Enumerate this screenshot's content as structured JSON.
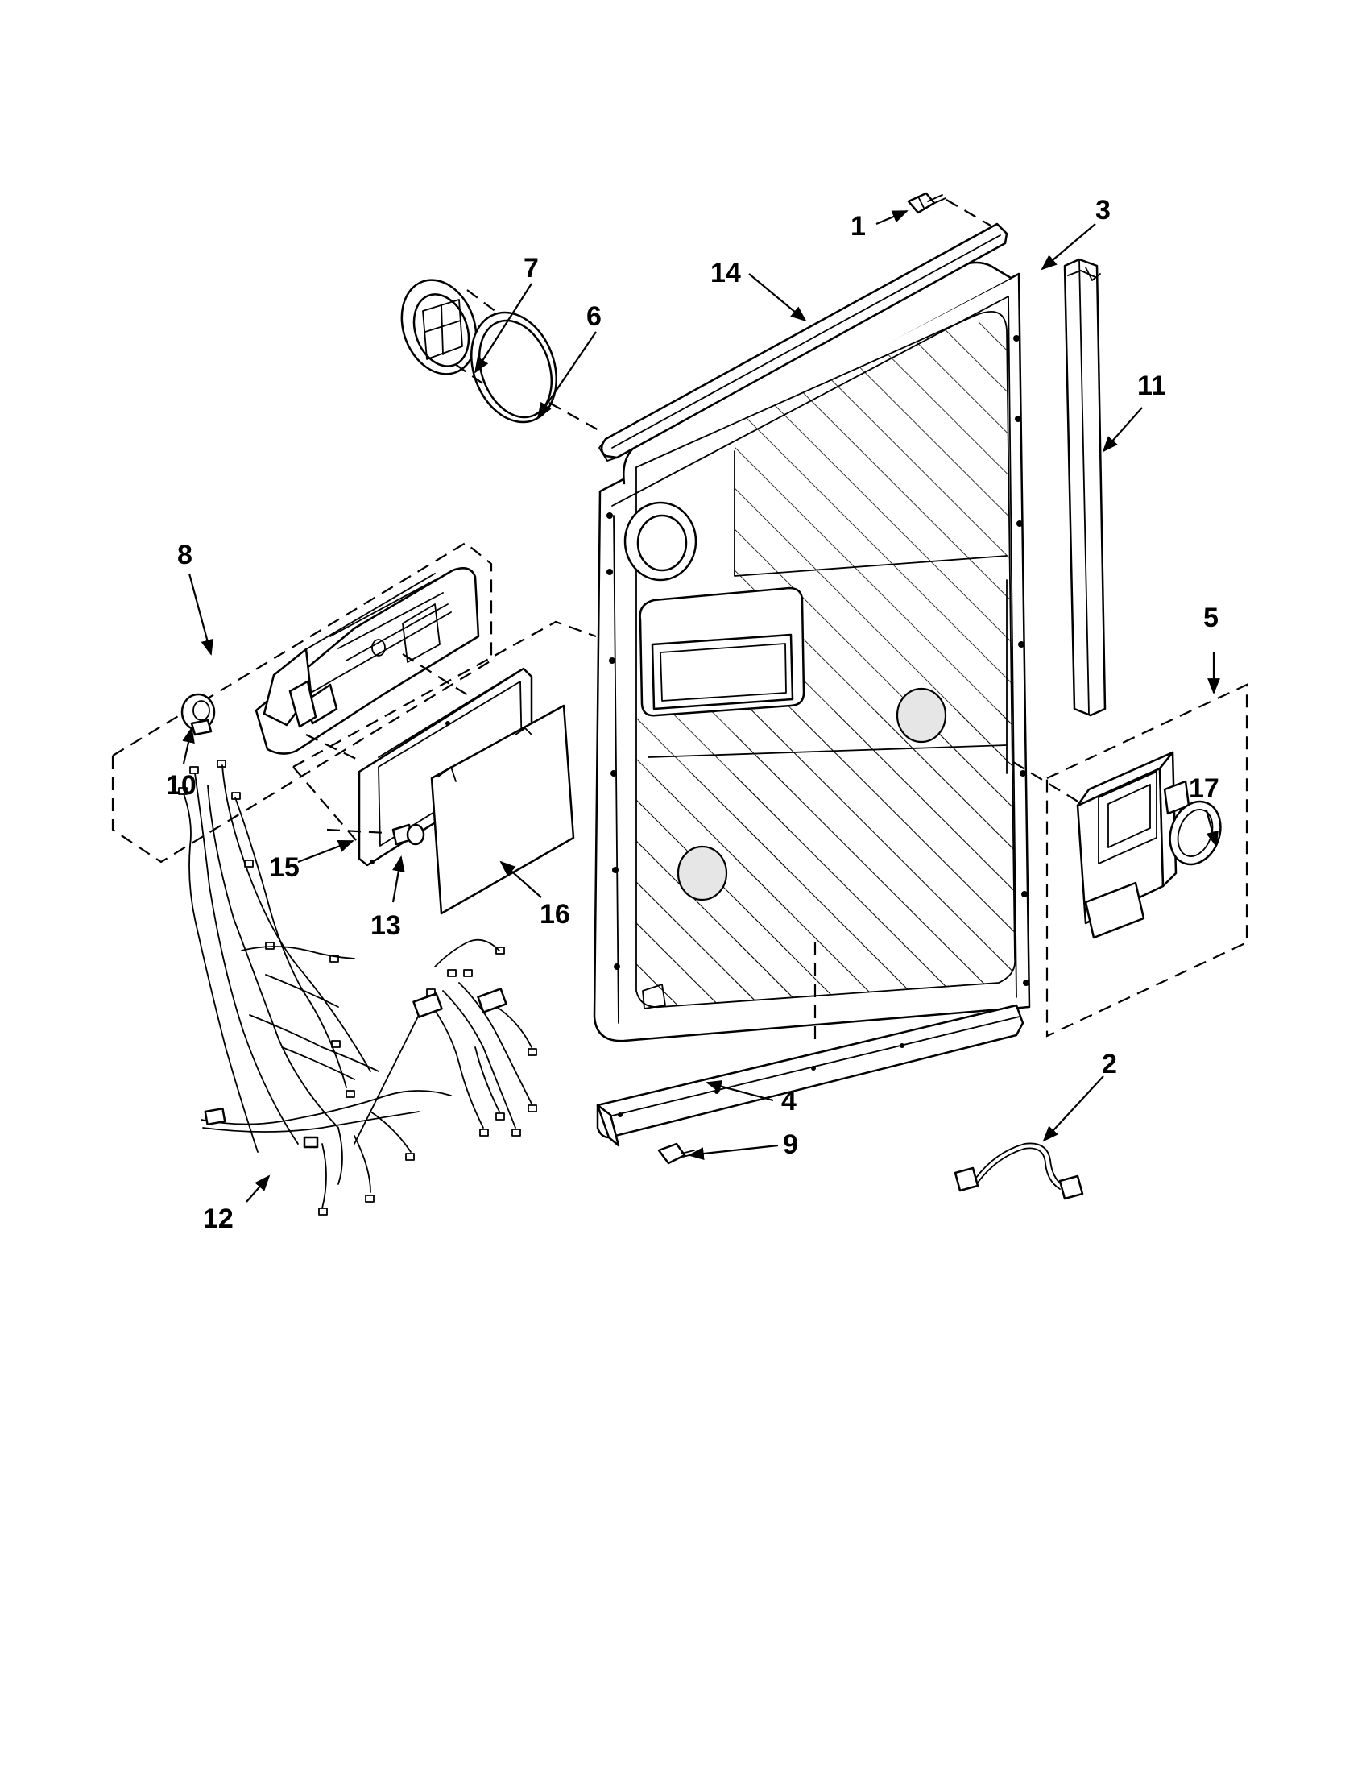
{
  "diagram": {
    "background": "#ffffff",
    "line_color": "#000000",
    "callouts": [
      {
        "id": "c1",
        "label": "1"
      },
      {
        "id": "c2",
        "label": "2"
      },
      {
        "id": "c3",
        "label": "3"
      },
      {
        "id": "c4",
        "label": "4"
      },
      {
        "id": "c5",
        "label": "5"
      },
      {
        "id": "c6",
        "label": "6"
      },
      {
        "id": "c7",
        "label": "7"
      },
      {
        "id": "c8",
        "label": "8"
      },
      {
        "id": "c9",
        "label": "9"
      },
      {
        "id": "c10",
        "label": "10"
      },
      {
        "id": "c11",
        "label": "11"
      },
      {
        "id": "c12",
        "label": "12"
      },
      {
        "id": "c13",
        "label": "13"
      },
      {
        "id": "c14",
        "label": "14"
      },
      {
        "id": "c15",
        "label": "15"
      },
      {
        "id": "c16",
        "label": "16"
      },
      {
        "id": "c17",
        "label": "17"
      }
    ]
  }
}
